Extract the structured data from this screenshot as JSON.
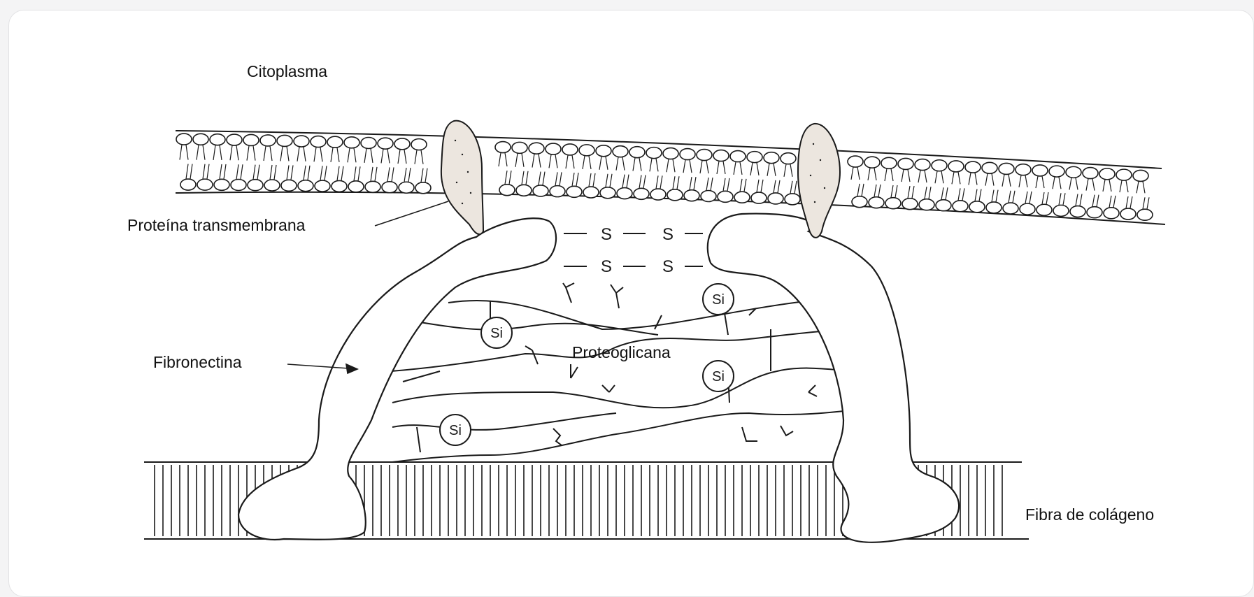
{
  "labels": {
    "cytoplasm": "Citoplasma",
    "transmembrane_protein": "Proteína transmembrana",
    "fibronectin": "Fibronectina",
    "proteoglycan": "Proteoglicana",
    "collagen_fiber": "Fibra de colágeno"
  },
  "disulfide_symbol": "S",
  "silicon_symbol": "Si",
  "colors": {
    "ink": "#1a1a1a",
    "card_bg": "#ffffff",
    "page_bg": "#f4f4f5",
    "protein_fill": "#ece6df"
  }
}
